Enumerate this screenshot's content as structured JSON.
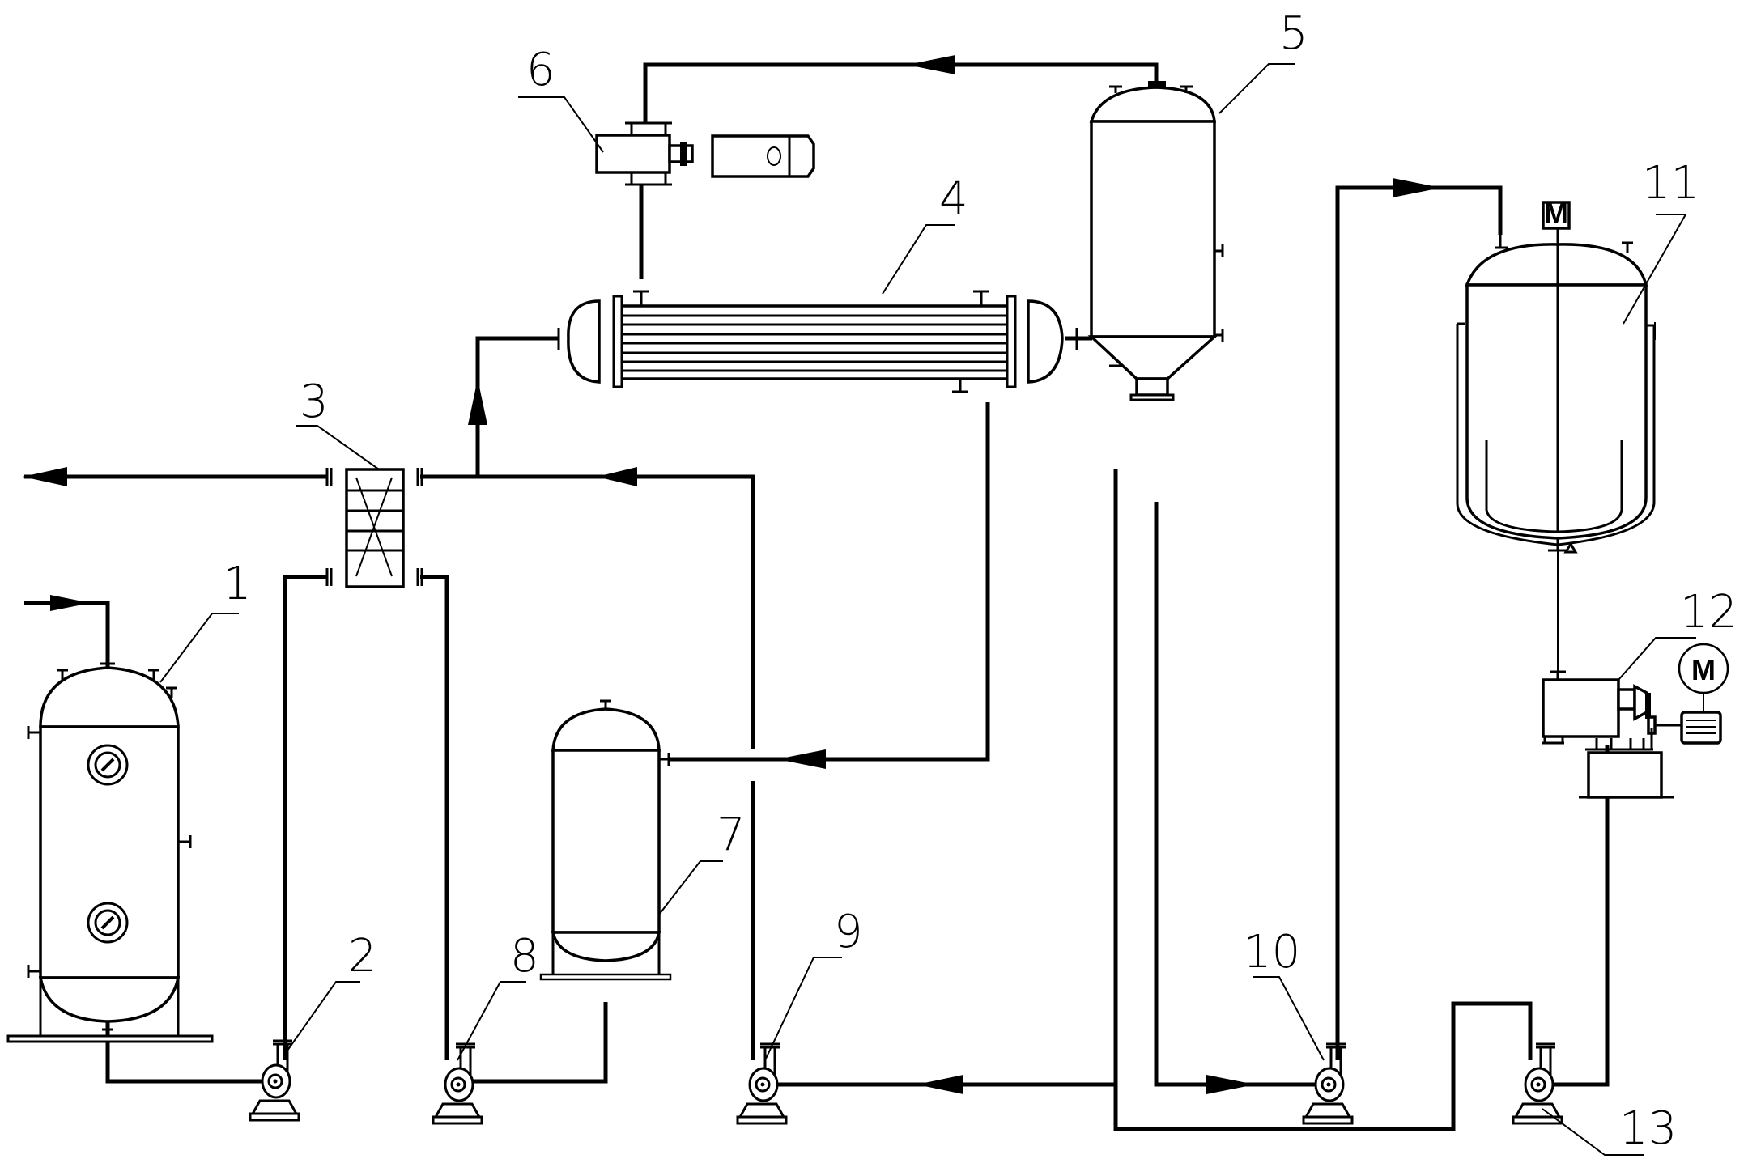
{
  "diagram": {
    "type": "process-flow-diagram",
    "background": "#ffffff",
    "line_color": "#000000"
  },
  "labels": {
    "l1": "1",
    "l2": "2",
    "l3": "3",
    "l4": "4",
    "l5": "5",
    "l6": "6",
    "l7": "7",
    "l8": "8",
    "l9": "9",
    "l10": "10",
    "l11": "11",
    "l12": "12",
    "l13": "13"
  },
  "motor_symbols": {
    "agitator_motor": "M",
    "unit12_motor": "M"
  },
  "equipment": [
    {
      "id": "1",
      "kind": "vertical storage tank with manholes"
    },
    {
      "id": "2",
      "kind": "centrifugal pump"
    },
    {
      "id": "3",
      "kind": "plate heat exchanger"
    },
    {
      "id": "4",
      "kind": "shell-and-tube heat exchanger"
    },
    {
      "id": "5",
      "kind": "conical-bottom vessel / separator"
    },
    {
      "id": "6",
      "kind": "vacuum pump / compressor with motor"
    },
    {
      "id": "7",
      "kind": "vertical receiver tank"
    },
    {
      "id": "8",
      "kind": "centrifugal pump"
    },
    {
      "id": "9",
      "kind": "centrifugal pump"
    },
    {
      "id": "10",
      "kind": "centrifugal pump"
    },
    {
      "id": "11",
      "kind": "jacketed agitated reactor"
    },
    {
      "id": "12",
      "kind": "motor-driven unit on base"
    },
    {
      "id": "13",
      "kind": "centrifugal pump"
    }
  ]
}
